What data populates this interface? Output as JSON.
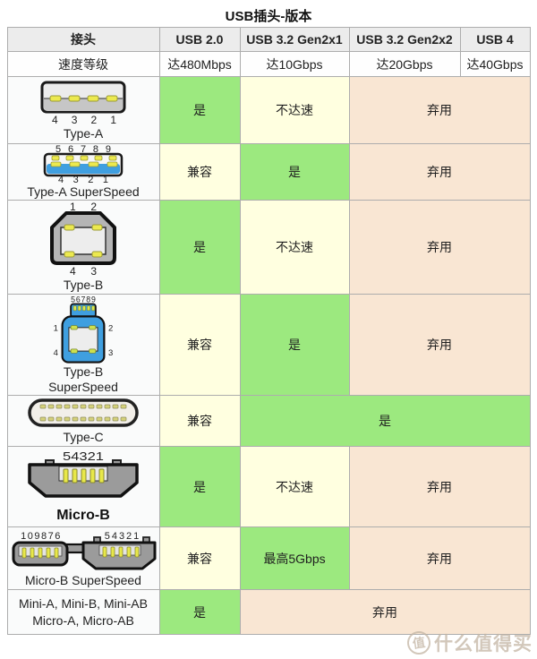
{
  "title": "USB插头-版本",
  "palette": {
    "green": "#9ce97f",
    "cream": "#ffffe0",
    "peach": "#f9e6d3",
    "header_bg": "#ececec",
    "grid_border": "#adadad",
    "connector_blue": "#3f9fe0",
    "pin_yellow": "#ece94f"
  },
  "header": {
    "connector": "接头",
    "usb20": "USB 2.0",
    "usb32g21": "USB 3.2 Gen2x1",
    "usb32g22": "USB 3.2 Gen2x2",
    "usb4": "USB 4"
  },
  "speed": {
    "label": "速度等级",
    "usb20": "达480Mbps",
    "usb32g21": "达10Gbps",
    "usb32g22": "达20Gbps",
    "usb4": "达40Gbps"
  },
  "rows": [
    {
      "name": "type-a",
      "label": "Type-A",
      "pins_bottom": "4 3 2 1",
      "cells": [
        {
          "text": "是",
          "status": "green"
        },
        {
          "text": "不达速",
          "status": "cream"
        },
        {
          "text": "弃用",
          "status": "peach"
        }
      ]
    },
    {
      "name": "type-a-superspeed",
      "label": "Type-A SuperSpeed",
      "pins_top": "5 6 7 8 9",
      "pins_bottom": "4 3 2 1",
      "cells": [
        {
          "text": "兼容",
          "status": "cream"
        },
        {
          "text": "是",
          "status": "green"
        },
        {
          "text": "弃用",
          "status": "peach"
        }
      ]
    },
    {
      "name": "type-b",
      "label": "Type-B",
      "pins_top": "1 2",
      "pins_bottom": "4 3",
      "cells": [
        {
          "text": "是",
          "status": "green"
        },
        {
          "text": "不达速",
          "status": "cream"
        },
        {
          "text": "弃用",
          "status": "peach"
        }
      ]
    },
    {
      "name": "type-b-superspeed",
      "label_line1": "Type-B",
      "label_line2": "SuperSpeed",
      "pins_top": "56789",
      "pin_1": "1",
      "pin_2": "2",
      "pin_3": "3",
      "pin_4": "4",
      "cells": [
        {
          "text": "兼容",
          "status": "cream"
        },
        {
          "text": "是",
          "status": "green"
        },
        {
          "text": "弃用",
          "status": "peach"
        }
      ]
    },
    {
      "name": "type-c",
      "label": "Type-C",
      "cells": [
        {
          "text": "兼容",
          "status": "cream"
        },
        {
          "text": "是",
          "status": "green"
        }
      ]
    },
    {
      "name": "micro-b",
      "label": "Micro-B",
      "pins_top": "54321",
      "cells": [
        {
          "text": "是",
          "status": "green"
        },
        {
          "text": "不达速",
          "status": "cream"
        },
        {
          "text": "弃用",
          "status": "peach"
        }
      ]
    },
    {
      "name": "micro-b-superspeed",
      "label": "Micro-B SuperSpeed",
      "pins_top_left": "109876",
      "pins_top_right": "54321",
      "cells": [
        {
          "text": "兼容",
          "status": "cream"
        },
        {
          "text": "最高5Gbps",
          "status": "green"
        },
        {
          "text": "弃用",
          "status": "peach"
        }
      ]
    },
    {
      "name": "mini-micro-legacy",
      "label_line1": "Mini-A, Mini-B, Mini-AB",
      "label_line2": "Micro-A, Micro-AB",
      "cells": [
        {
          "text": "是",
          "status": "green"
        },
        {
          "text": "弃用",
          "status": "peach"
        }
      ]
    }
  ],
  "watermark": {
    "badge": "值",
    "text": "什么值得买"
  }
}
